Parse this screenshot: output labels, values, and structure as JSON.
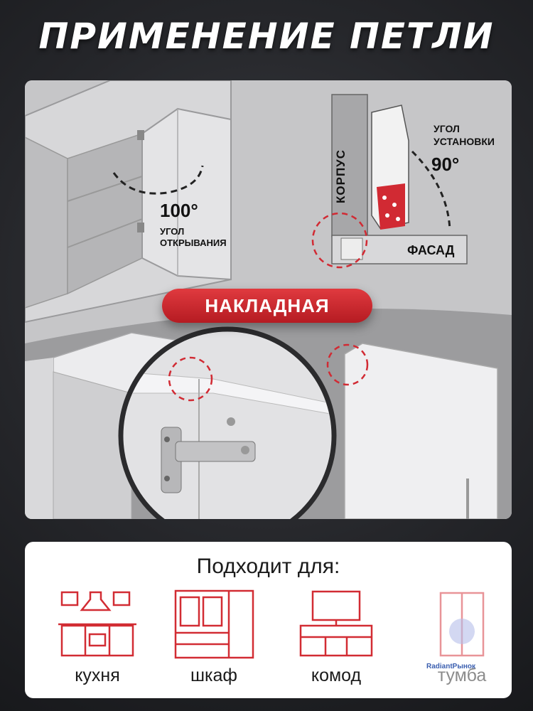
{
  "title": "ПРИМЕНЕНИЕ ПЕТЛИ",
  "diagram": {
    "opening_angle": "100°",
    "opening_label_line1": "УГОЛ",
    "opening_label_line2": "ОТКРЫВАНИЯ",
    "install_label_line1": "УГОЛ",
    "install_label_line2": "УСТАНОВКИ",
    "install_angle": "90°",
    "body_label": "КОРПУС",
    "facade_label": "ФАСАД"
  },
  "badge": "НАКЛАДНАЯ",
  "suitable": {
    "heading": "Подходит для:",
    "items": [
      {
        "label": "кухня",
        "icon": "kitchen-icon"
      },
      {
        "label": "шкаф",
        "icon": "wardrobe-icon"
      },
      {
        "label": "комод",
        "icon": "dresser-icon"
      },
      {
        "label": "тумба",
        "icon": "cabinet-icon"
      }
    ]
  },
  "watermark": "RadiantРынок",
  "colors": {
    "accent": "#d22c33",
    "background": "#25262a"
  }
}
